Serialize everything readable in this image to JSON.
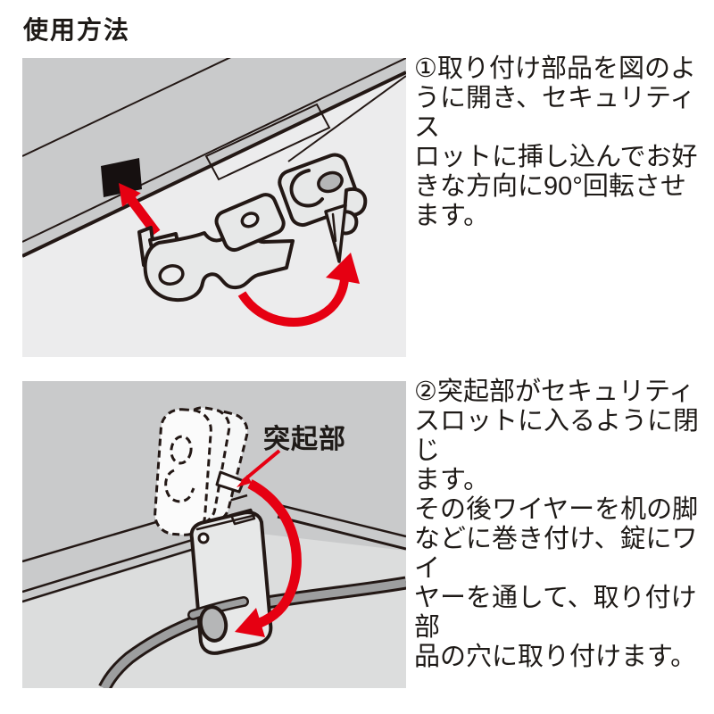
{
  "title": "使用方法",
  "colors": {
    "accent_red": "#e60012",
    "line_dark": "#231815",
    "panel_gray": "#c9cacb",
    "panel_light_gray": "#ececed",
    "slot_black": "#161010",
    "cable_gray": "#9d9e9f"
  },
  "steps": [
    {
      "number": "①",
      "text": "①取り付け部品を図のよ\nうに開き、セキュリティス\nロットに挿し込んでお好\nきな方向に90°回転させ\nます。"
    },
    {
      "number": "②",
      "text": "②突起部がセキュリティ\nスロットに入るように閉じ\nます。\nその後ワイヤーを机の脚\nなどに巻き付け、錠にワイ\nヤーを通して、取り付け部\n品の穴に取り付けます。"
    }
  ],
  "figure2": {
    "callout_label": "突起部"
  },
  "icons": [
    {
      "name": "insert-arrow-icon",
      "shape": "red straight arrow into security slot"
    },
    {
      "name": "rotate-90-arrow-icon",
      "shape": "red curved arrow (90° rotation)"
    },
    {
      "name": "close-rotate-arrow-icon",
      "shape": "red curved arrow (closing motion)"
    },
    {
      "name": "callout-leader-arrow-icon",
      "shape": "red leader line to protrusion"
    }
  ]
}
